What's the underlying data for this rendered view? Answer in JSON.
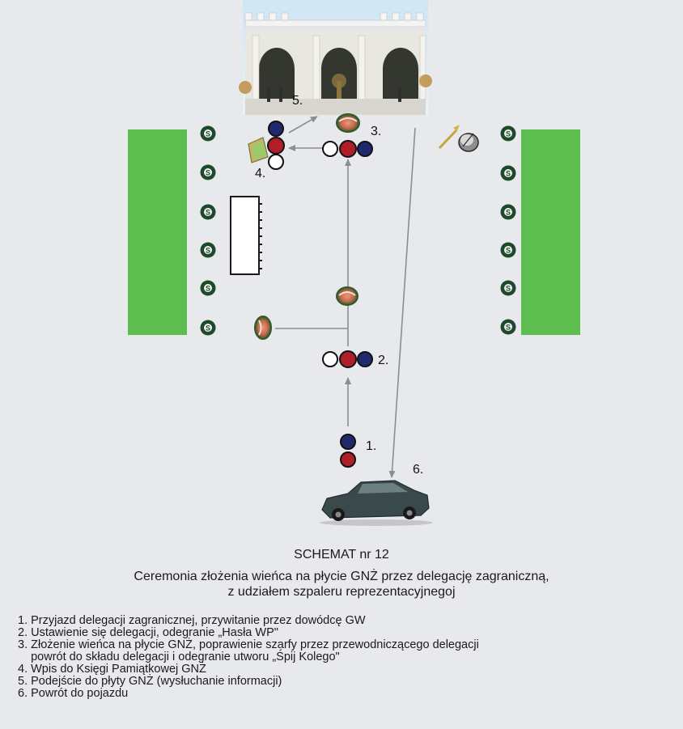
{
  "markers": {
    "m1": "1.",
    "m2": "2.",
    "m3": "3.",
    "m4": "4.",
    "m5": "5.",
    "m6": "6."
  },
  "guard_symbol": "S",
  "caption": {
    "title": "SCHEMAT nr 12",
    "subtitle_line1": "Ceremonia złożenia wieńca na płycie GNŻ przez delegację zagraniczną,",
    "subtitle_line2": "z udziałem szpaleru reprezentacyjnegoj"
  },
  "legend": [
    "1. Przyjazd delegacji zagranicznej, przywitanie przez dowódcę GW",
    "2. Ustawienie się delegacji, odegranie „Hasła WP\"",
    "3. Złożenie wieńca na płycie GNŻ, poprawienie szarfy przez przewodniczącego delegacji",
    "    powrót do składu delegacji i odegranie utworu „Śpij Kolego\"",
    "4. Wpis do Księgi Pamiątkowej GNŻ",
    "5. Podejście do płyty GNŻ (wysłuchanie informacji)",
    "6. Powrót do pojazdu"
  ],
  "colors": {
    "background": "#e8e9ec",
    "grass": "#5dbe4f",
    "guard": "#1d4a2a",
    "red": "#b01e2a",
    "blue": "#1f2a6e",
    "white": "#ffffff",
    "arrow": "#8a8e94"
  },
  "icons": {
    "building": "tomb-of-unknown-soldier-photo",
    "wreath": "wreath-icon",
    "book": "memorial-book-icon",
    "instruments": "trumpet-and-drum-icon",
    "vehicle": "car-icon",
    "table": "table-icon"
  }
}
